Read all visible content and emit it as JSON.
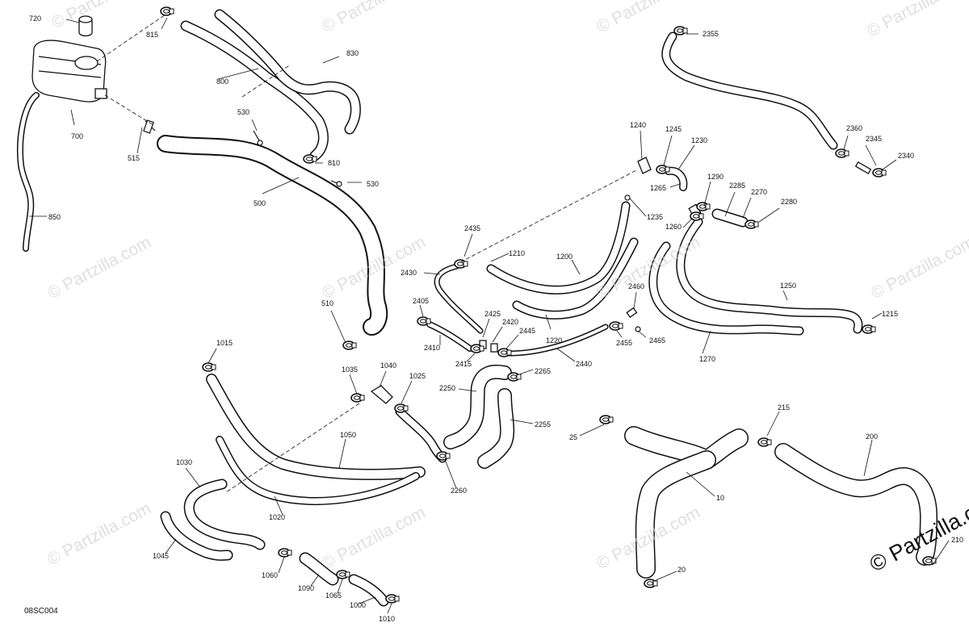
{
  "diagram": {
    "code": "08SC004",
    "copyright": "© Partzilla.com",
    "watermark": "© Partzilla.com",
    "callouts": [
      {
        "id": "720"
      },
      {
        "id": "815"
      },
      {
        "id": "830"
      },
      {
        "id": "800"
      },
      {
        "id": "700"
      },
      {
        "id": "530a",
        "label": "530"
      },
      {
        "id": "515"
      },
      {
        "id": "810"
      },
      {
        "id": "530b",
        "label": "530"
      },
      {
        "id": "500"
      },
      {
        "id": "850"
      },
      {
        "id": "510"
      },
      {
        "id": "2355"
      },
      {
        "id": "2360"
      },
      {
        "id": "2345"
      },
      {
        "id": "2340"
      },
      {
        "id": "1240"
      },
      {
        "id": "1245"
      },
      {
        "id": "1230"
      },
      {
        "id": "1290"
      },
      {
        "id": "2285"
      },
      {
        "id": "2270"
      },
      {
        "id": "2280"
      },
      {
        "id": "1265"
      },
      {
        "id": "1235"
      },
      {
        "id": "1260"
      },
      {
        "id": "2435"
      },
      {
        "id": "1210"
      },
      {
        "id": "1200"
      },
      {
        "id": "2430"
      },
      {
        "id": "1250"
      },
      {
        "id": "2460"
      },
      {
        "id": "1215"
      },
      {
        "id": "2405"
      },
      {
        "id": "2425"
      },
      {
        "id": "2420"
      },
      {
        "id": "2445"
      },
      {
        "id": "2410"
      },
      {
        "id": "1220"
      },
      {
        "id": "2455"
      },
      {
        "id": "2465"
      },
      {
        "id": "2415"
      },
      {
        "id": "2440"
      },
      {
        "id": "1270"
      },
      {
        "id": "1015"
      },
      {
        "id": "1035"
      },
      {
        "id": "1040"
      },
      {
        "id": "1025"
      },
      {
        "id": "2265"
      },
      {
        "id": "2250"
      },
      {
        "id": "2255"
      },
      {
        "id": "215"
      },
      {
        "id": "200"
      },
      {
        "id": "25"
      },
      {
        "id": "1050"
      },
      {
        "id": "1030"
      },
      {
        "id": "2260"
      },
      {
        "id": "10"
      },
      {
        "id": "1020"
      },
      {
        "id": "1045"
      },
      {
        "id": "210"
      },
      {
        "id": "1060"
      },
      {
        "id": "1090"
      },
      {
        "id": "1065"
      },
      {
        "id": "20"
      },
      {
        "id": "1000"
      },
      {
        "id": "1010"
      }
    ]
  }
}
